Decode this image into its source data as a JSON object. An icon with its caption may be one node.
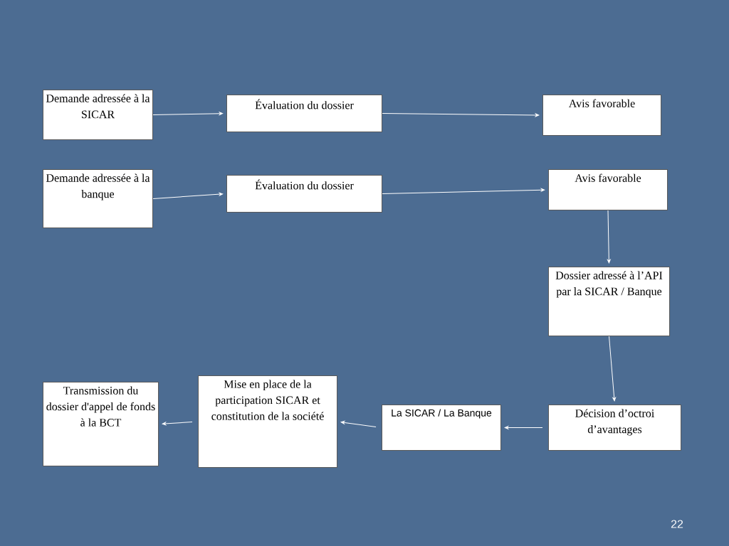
{
  "diagram": {
    "nodes": [
      {
        "text": [
          "Demande adressée à  la SICAR"
        ]
      },
      {
        "text": [
          "Évaluation du dossier"
        ]
      },
      {
        "text": [
          "Avis favorable"
        ]
      },
      {
        "text": [
          "Demande adressée à  la banque"
        ]
      },
      {
        "text": [
          "Évaluation du dossier"
        ]
      },
      {
        "text": [
          "Avis favorable"
        ]
      },
      {
        "text": [
          "Dossier adressé à l’API par la SICAR / Banque"
        ]
      },
      {
        "text": [
          "Décision d’octroi d’avantages"
        ]
      },
      {
        "text": [
          "La  SICAR / La Banque"
        ]
      },
      {
        "text": [
          "Mise en place  de la participation SICAR et constitution de la société"
        ]
      },
      {
        "text": [
          "Transmission du dossier d'appel de fonds à la BCT"
        ]
      }
    ],
    "edges": [
      {
        "from": 0,
        "to": 1,
        "arrow": "to"
      },
      {
        "from": 1,
        "to": 2,
        "arrow": "to"
      },
      {
        "from": 3,
        "to": 4,
        "arrow": "to"
      },
      {
        "from": 4,
        "to": 5,
        "arrow": "to"
      },
      {
        "from": 5,
        "to": 6,
        "arrow": "to"
      },
      {
        "from": 6,
        "to": 7,
        "arrow": "to"
      },
      {
        "from": 7,
        "to": 8,
        "arrow": "to"
      },
      {
        "from": 8,
        "to": 9,
        "arrow": "to"
      },
      {
        "from": 9,
        "to": 10,
        "arrow": "to"
      }
    ],
    "labels": [
      "22"
    ]
  }
}
